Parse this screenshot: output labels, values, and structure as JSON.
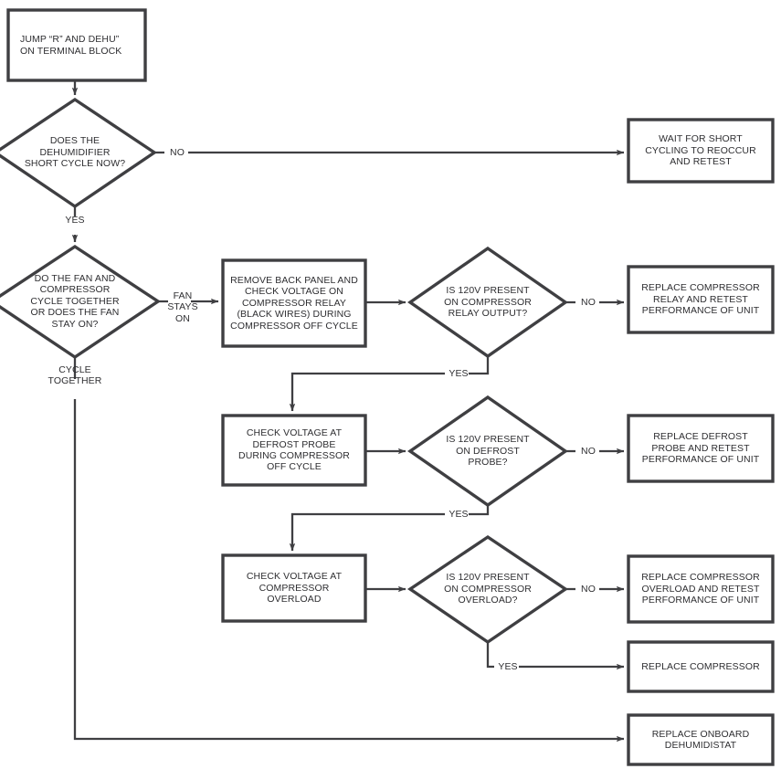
{
  "diagram": {
    "title": "Dehumidifier Short Cycle Troubleshooting Flowchart",
    "type": "flowchart",
    "background_color": "#ffffff",
    "line_color": "#3f3f42",
    "text_color": "#2e2e31"
  },
  "nodes": {
    "start_jump": {
      "shape": "process",
      "text": "JUMP “R” AND DEHU”\nON TERMINAL BLOCK"
    },
    "q_short_cycle": {
      "shape": "decision",
      "text": "DOES THE\nDEHUMIDIFIER\nSHORT CYCLE NOW?"
    },
    "wait_short_cycling": {
      "shape": "process",
      "text": "WAIT FOR SHORT\nCYCLING TO REOCCUR\nAND RETEST"
    },
    "q_fan_compressor": {
      "shape": "decision",
      "text": "DO THE FAN AND\nCOMPRESSOR\nCYCLE TOGETHER\nOR DOES THE FAN\nSTAY ON?"
    },
    "remove_back_panel": {
      "shape": "process",
      "text": "REMOVE BACK PANEL AND\nCHECK VOLTAGE ON\nCOMPRESSOR RELAY\n(BLACK WIRES) DURING\nCOMPRESSOR OFF CYCLE"
    },
    "q_relay_output": {
      "shape": "decision",
      "text": "IS 120V PRESENT\nON COMPRESSOR\nRELAY OUTPUT?"
    },
    "replace_relay": {
      "shape": "process",
      "text": "REPLACE COMPRESSOR\nRELAY AND RETEST\nPERFORMANCE OF UNIT"
    },
    "check_defrost_probe": {
      "shape": "process",
      "text": "CHECK VOLTAGE AT\nDEFROST PROBE\nDURING COMPRESSOR\nOFF CYCLE"
    },
    "q_defrost_probe": {
      "shape": "decision",
      "text": "IS 120V PRESENT\nON DEFROST\nPROBE?"
    },
    "replace_defrost_probe": {
      "shape": "process",
      "text": "REPLACE DEFROST\nPROBE AND RETEST\nPERFORMANCE OF UNIT"
    },
    "check_compressor_overload": {
      "shape": "process",
      "text": "CHECK VOLTAGE AT\nCOMPRESSOR\nOVERLOAD"
    },
    "q_compressor_overload": {
      "shape": "decision",
      "text": "IS 120V PRESENT\nON COMPRESSOR\nOVERLOAD?"
    },
    "replace_compressor_overload": {
      "shape": "process",
      "text": "REPLACE COMPRESSOR\nOVERLOAD AND RETEST\nPERFORMANCE OF UNIT"
    },
    "replace_compressor": {
      "shape": "process",
      "text": "REPLACE COMPRESSOR"
    },
    "replace_onboard_dehumidistat": {
      "shape": "process",
      "text": "REPLACE ONBOARD\nDEHUMIDISTAT"
    }
  },
  "edge_labels": {
    "short_cycle_no": "NO",
    "short_cycle_yes": "YES",
    "fan_stays_on": "FAN\nSTAYS\nON",
    "cycle_together": "CYCLE\nTOGETHER",
    "relay_no": "NO",
    "relay_yes": "YES",
    "defrost_no": "NO",
    "defrost_yes": "YES",
    "overload_no": "NO",
    "overload_yes": "YES"
  }
}
